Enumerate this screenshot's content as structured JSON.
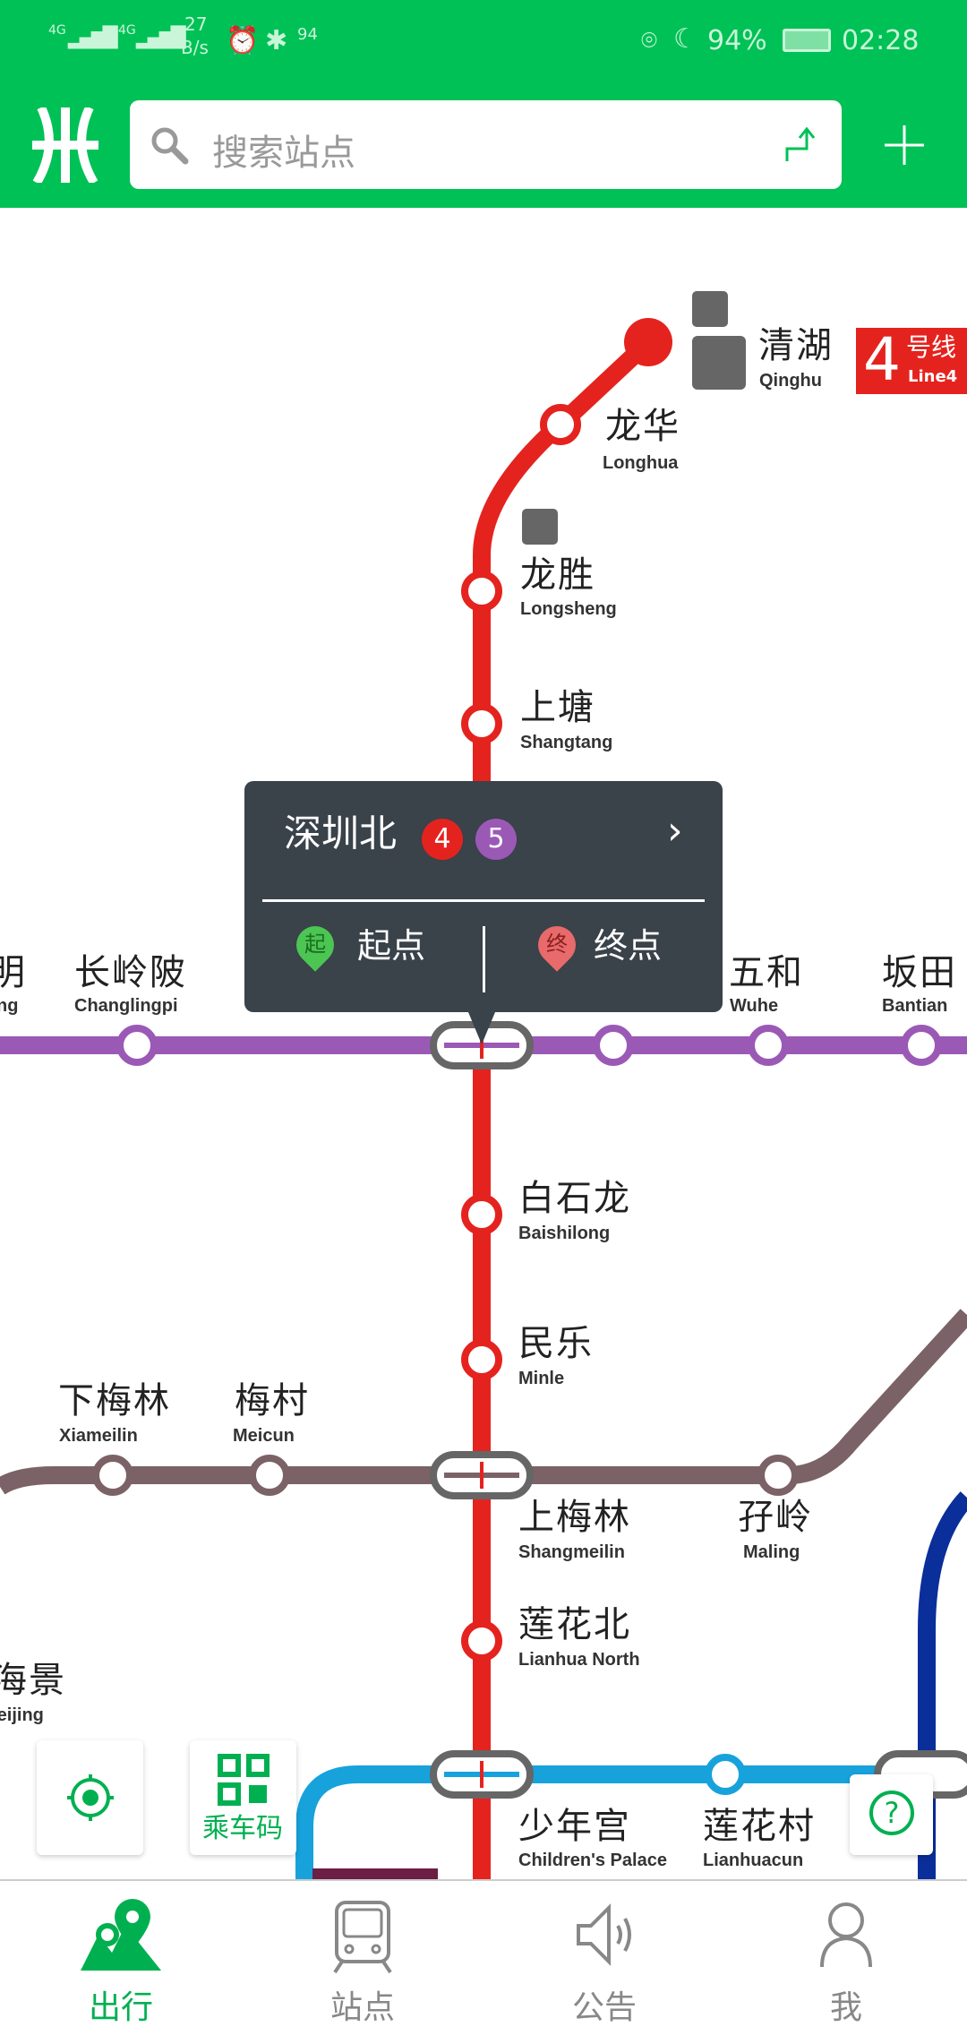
{
  "status_bar": {
    "network1": "4G",
    "network2": "4G",
    "speed_value": "27",
    "speed_unit": "B/s",
    "nfc_battery": "94",
    "battery": "94%",
    "time": "02:28"
  },
  "header": {
    "search_placeholder": "搜索站点",
    "logo": "Shenzhen Metro logo"
  },
  "map": {
    "line_badge": {
      "number": "4",
      "zh": "号线",
      "en": "Line4",
      "color": "#e4231f"
    },
    "line_colors": {
      "line4": "#e4231f",
      "line5": "#9b59b6",
      "line9": "#7b6266",
      "line1": "#17a2dc",
      "line3": "#0a2e9a"
    },
    "stations": [
      {
        "zh": "清湖",
        "en": "Qinghu"
      },
      {
        "zh": "龙华",
        "en": "Longhua"
      },
      {
        "zh": "龙胜",
        "en": "Longsheng"
      },
      {
        "zh": "上塘",
        "en": "Shangtang"
      },
      {
        "zh": "长岭陂",
        "en": "Changlingpi"
      },
      {
        "zh": "五和",
        "en": "Wuhe"
      },
      {
        "zh": "坂田",
        "en": "Bantian"
      },
      {
        "zh": "白石龙",
        "en": "Baishilong"
      },
      {
        "zh": "民乐",
        "en": "Minle"
      },
      {
        "zh": "下梅林",
        "en": "Xiameilin"
      },
      {
        "zh": "梅村",
        "en": "Meicun"
      },
      {
        "zh": "上梅林",
        "en": "Shangmeilin"
      },
      {
        "zh": "孖岭",
        "en": "Maling"
      },
      {
        "zh": "莲花北",
        "en": "Lianhua North"
      },
      {
        "zh": "海景",
        "en": "Meijing"
      },
      {
        "zh": "少年宫",
        "en": "Children's Palace"
      },
      {
        "zh": "莲花村",
        "en": "Lianhuacun"
      }
    ],
    "partial_left": {
      "zh": "明",
      "en": "ng"
    }
  },
  "popup": {
    "station": "深圳北",
    "lines": [
      "4",
      "5"
    ],
    "start_label": "起点",
    "start_icon": "起",
    "end_label": "终点",
    "end_icon": "终"
  },
  "float": {
    "qr_label": "乘车码"
  },
  "nav": {
    "items": [
      {
        "label": "出行",
        "active": true
      },
      {
        "label": "站点"
      },
      {
        "label": "公告"
      },
      {
        "label": "我"
      }
    ]
  }
}
